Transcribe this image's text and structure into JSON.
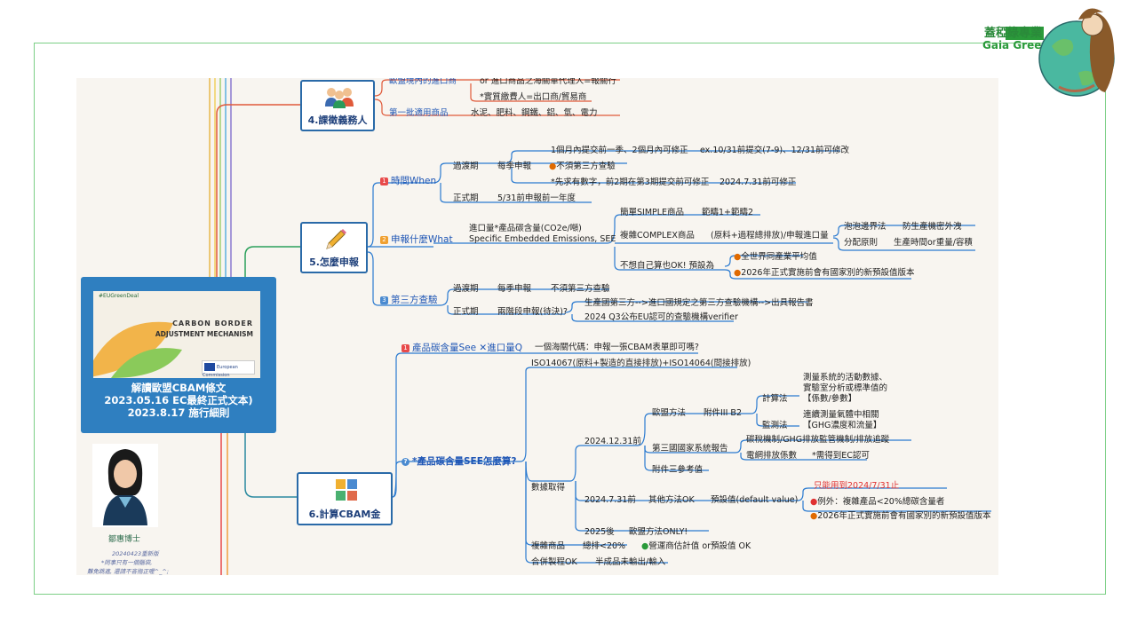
{
  "brand": {
    "name_cn": "蓋稏綠專業",
    "name_en": "Gaia Green"
  },
  "center": {
    "cover_tag": "#EUGreenDeal",
    "cover_title_1": "CARBON BORDER",
    "cover_title_2": "ADJUSTMENT MECHANISM",
    "cover_logo": "European Commission",
    "line1": "解讀歐盟CBAM條文",
    "line2": "2023.05.16  EC最終正式文本)",
    "line3": "2023.8.17 施行細則"
  },
  "author": {
    "name": "鄒惠博士",
    "note1": "20240423重新版",
    "note2": "*同事只有一個腦袋,",
    "note3": "難免跳進, 還請不吝指正喔^_^;"
  },
  "nodes": {
    "n4": "4.課徵義務人",
    "n5": "5.怎麼申報",
    "n6": "6.計算CBAM金"
  },
  "sec4": {
    "a": "歐盟境內的進口商",
    "a1": "or 進口商品之海關單代理人=報關行",
    "a2": "*實質繳費人=出口商/貿易商",
    "b": "第一批適用商品",
    "b1": "水泥、肥料、鋼鐵、鋁、氫、電力"
  },
  "sec5": {
    "when": "時間When",
    "trans": "過渡期",
    "quarter": "每季申報",
    "w1": "1個月內提交前一季、2個月內可修正",
    "w1b": "ex.10/31前提交(7-9)、12/31前可修改",
    "w2": "不須第三方查驗",
    "w3": "*先求有數字，前2期在第3期提交前可修正",
    "w3b": "2024.7.31前可修正",
    "formal": "正式期",
    "formal1": "5/31前申報前一年度",
    "what": "申報什麼What",
    "what1": "進口量*產品碳含量(CO2e/噸)",
    "what2": "Specific Embedded Emissions, SEE",
    "simple": "簡單SIMPLE商品",
    "simple1": "範疇1+範疇2",
    "complex": "複雜COMPLEX商品",
    "complex1": "(原料+過程總排放)/申報進口量",
    "bubble": "泡泡邊界法",
    "bubble1": "防生產機密外洩",
    "alloc": "分配原則",
    "alloc1": "生產時間or重量/容積",
    "diy": "不想自己算也OK!  預設為",
    "diy1": "全世界同產業平均值",
    "diy2": "2026年正式實施前會有國家別的新預設值版本",
    "third": "第三方查驗",
    "t_trans": "過渡期",
    "t_q": "每季申報",
    "t_q1": "不須第三方查驗",
    "t_formal": "正式期",
    "t_two": "兩階段申報(待決)?",
    "t_two1": "生產國第三方-->進口國規定之第三方查驗機構-->出具報告書",
    "t_two2": "2024 Q3公布EU認可的查驗機構verifier"
  },
  "sec6": {
    "q1": "產品碳含量See ✕進口量Q",
    "q1a": "一個海關代碼：申報一張CBAM表單即可嗎?",
    "q2": "*產品碳含量SEE怎麼算?",
    "q2a": "ISO14067(原料+製造的直接排放)+ISO14064(間接排放)",
    "data": "數據取得",
    "d1": "2024.12.31前",
    "eu": "歐盟方法",
    "annex": "附件III B2",
    "calc": "計算法",
    "calc1": "測量系統的活動數據、",
    "calc2": "實驗室分析或標準值的",
    "calc3": "【係數/參數】",
    "mon": "監測法",
    "mon1": "連續測量氣體中相關",
    "mon2": "【GHG濃度和流量】",
    "third": "第三國國家系統報告",
    "third1": "碳稅機制/GHG排放監管機制/排放追蹤",
    "grid": "電網排放係數",
    "grid1": "*需得到EC認可",
    "annex3": "附件三參考值",
    "d2": "2024.7.31前",
    "other": "其他方法OK",
    "default": "預設值(default value)",
    "def_only": "只能用到2024/7/31止",
    "def_ex": "例外：複雜產品<20%總碳含量者",
    "def_new": "2026年正式實施前會有國家別的新預設值版本",
    "d3": "2025後",
    "d3a": "歐盟方法ONLY!",
    "complex": "複雜商品",
    "complex1": "總排<20%",
    "complex2": "營運商估計值 or預設值 OK",
    "merge": "合併製程OK",
    "merge1": "半成品未輸出/輸入"
  },
  "colors": {
    "frame": "#7ccf86",
    "node_border": "#2a6aa8",
    "center": "#2f7fc0",
    "link_red": "#e05a3a",
    "link_green": "#2aa05a",
    "link_blue": "#2a7ad0",
    "accent_red": "#e84a4a"
  }
}
